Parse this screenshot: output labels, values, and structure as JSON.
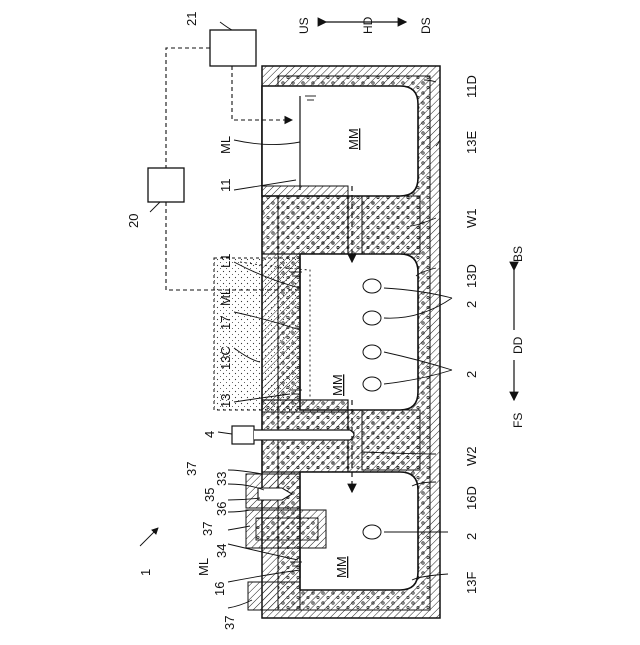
{
  "labels": {
    "l21": "21",
    "l20": "20",
    "l11": "11",
    "l11D": "11D",
    "l13E": "13E",
    "lW1": "W1",
    "l13D": "13D",
    "l2a": "2",
    "l2b": "2",
    "l2c": "2",
    "lL1": "L1",
    "lML1": "ML",
    "lMM1": "MM",
    "lML2": "ML",
    "l17": "17",
    "l13C": "13C",
    "l13": "13",
    "lMM2": "MM",
    "l4": "4",
    "l37a": "37",
    "l33": "33",
    "l35": "35",
    "l36": "36",
    "l37b": "37",
    "l34": "34",
    "lML3": "ML",
    "l16": "16",
    "l37c": "37",
    "l1": "1",
    "lMM3": "MM",
    "lW2": "W2",
    "l16D": "16D",
    "l13F": "13F"
  },
  "directions": {
    "us": "US",
    "hd": "HD",
    "ds": "DS",
    "bs": "BS",
    "dd": "DD",
    "fs": "FS"
  }
}
